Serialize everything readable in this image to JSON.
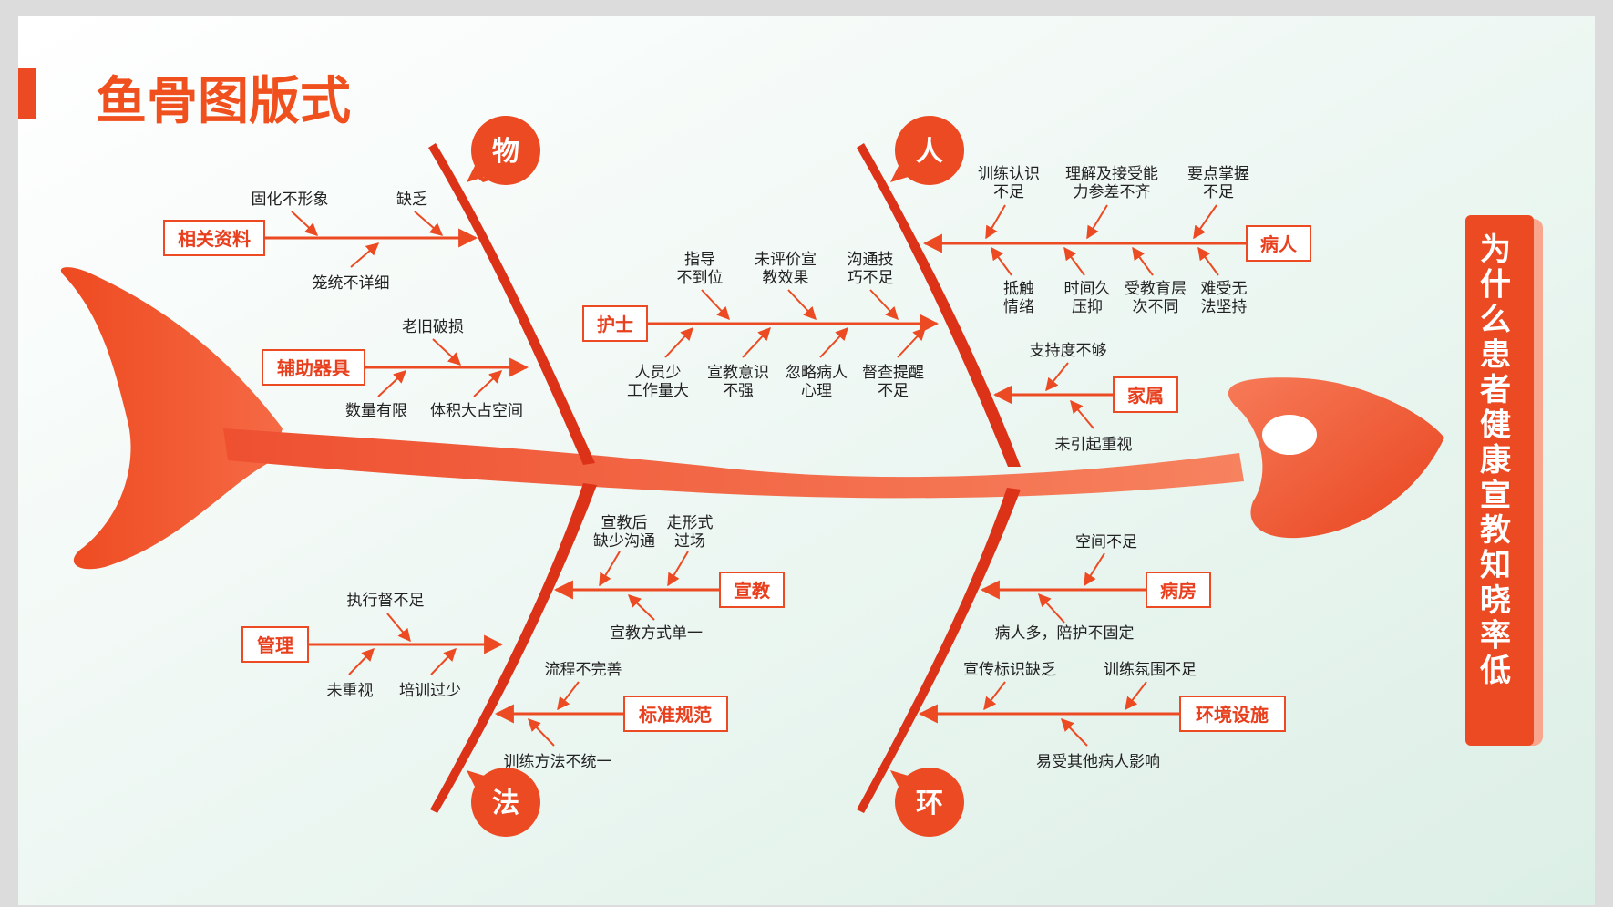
{
  "title": "鱼骨图版式",
  "head": "为什么患者健康宣教知晓率低",
  "categories": {
    "wu": "物",
    "ren": "人",
    "fa": "法",
    "huan": "环"
  },
  "colors": {
    "accent": "#ec4a22",
    "dark": "#d8321a",
    "text": "#222222",
    "bgFrom": "#ffffff",
    "bgTo": "#dff0e8"
  },
  "causes": {
    "xgzl": {
      "label": "相关资料",
      "subs": [
        "固化不形象",
        "缺乏",
        "笼统不详细"
      ]
    },
    "fzqj": {
      "label": "辅助器具",
      "subs": [
        "老旧破损",
        "数量有限",
        "体积大占空间"
      ]
    },
    "hs": {
      "label": "护士",
      "subs": [
        "指导\n不到位",
        "未评价宣\n教效果",
        "沟通技\n巧不足",
        "人员少\n工作量大",
        "宣教意识\n不强",
        "忽略病人\n心理",
        "督查提醒\n不足"
      ]
    },
    "br": {
      "label": "病人",
      "subs": [
        "训练认识\n不足",
        "理解及接受能\n力参差不齐",
        "要点掌握\n不足",
        "抵触\n情绪",
        "时间久\n压抑",
        "受教育层\n次不同",
        "难受无\n法坚持"
      ]
    },
    "js": {
      "label": "家属",
      "subs": [
        "支持度不够",
        "未引起重视"
      ]
    },
    "xj": {
      "label": "宣教",
      "subs": [
        "宣教后\n缺少沟通",
        "走形式\n过场",
        "宣教方式单一"
      ]
    },
    "gl": {
      "label": "管理",
      "subs": [
        "执行督不足",
        "未重视",
        "培训过少"
      ]
    },
    "bzgf": {
      "label": "标准规范",
      "subs": [
        "流程不完善",
        "训练方法不统一"
      ]
    },
    "bf": {
      "label": "病房",
      "subs": [
        "空间不足",
        "病人多，陪护不固定"
      ]
    },
    "hjss": {
      "label": "环境设施",
      "subs": [
        "宣传标识缺乏",
        "训练氛围不足",
        "易受其他病人影响"
      ]
    }
  }
}
